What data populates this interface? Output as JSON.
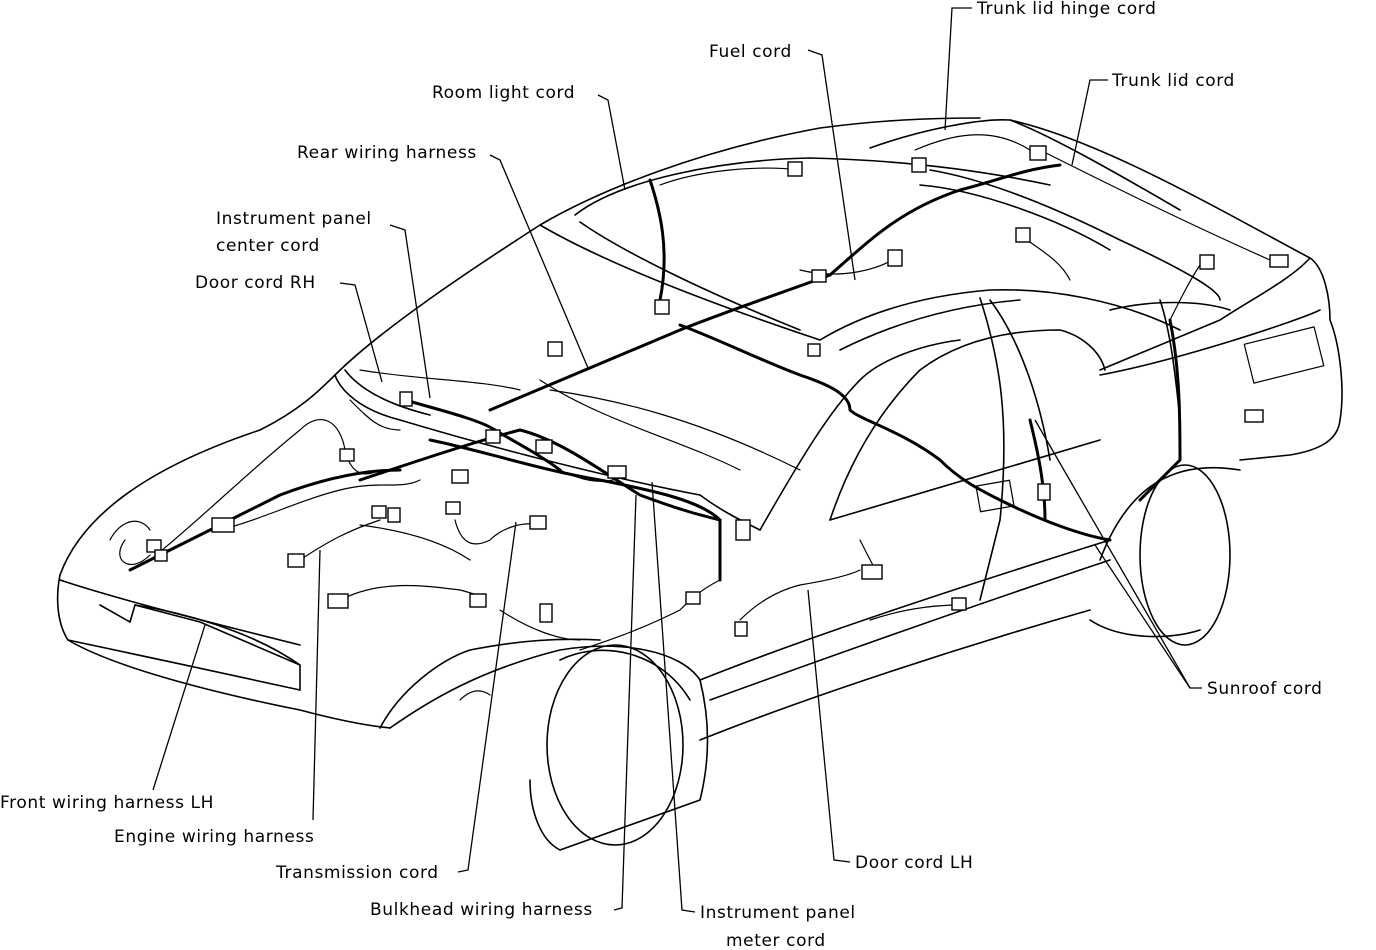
{
  "labels": {
    "trunk_lid_hinge_cord": "Trunk lid hinge cord",
    "trunk_lid_cord": "Trunk lid cord",
    "fuel_cord": "Fuel cord",
    "room_light_cord": "Room light cord",
    "rear_wiring_harness": "Rear wiring harness",
    "instrument_panel_center_cord_1": "Instrument panel",
    "instrument_panel_center_cord_2": "center cord",
    "door_cord_rh": "Door cord RH",
    "sunroof_cord": "Sunroof cord",
    "front_wiring_harness_lh": "Front wiring harness LH",
    "engine_wiring_harness": "Engine wiring harness",
    "transmission_cord": "Transmission cord",
    "bulkhead_wiring_harness": "Bulkhead wiring harness",
    "instrument_panel_meter_cord_1": "Instrument panel",
    "instrument_panel_meter_cord_2": "meter cord",
    "door_cord_lh": "Door cord LH"
  }
}
